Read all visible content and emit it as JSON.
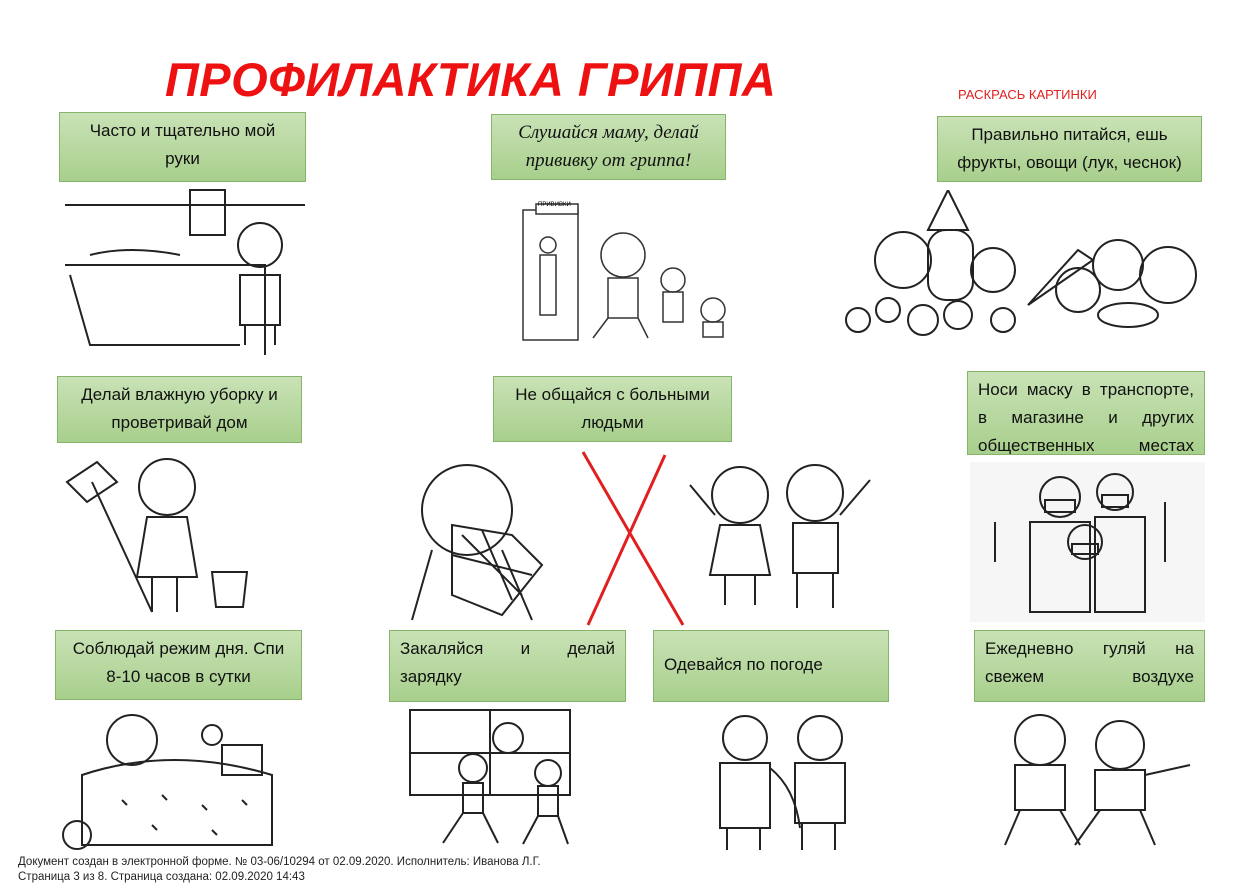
{
  "title": "ПРОФИЛАКТИКА ГРИППА",
  "hint": "РАСКРАСЬ КАРТИНКИ",
  "tips": [
    "Часто и тщательно мой руки",
    "Слушайся маму, делай прививку от гриппа!",
    "Правильно питайся, ешь фрукты, овощи (лук, чеснок)",
    "Делай влажную уборку и проветривай дом",
    "Не общайся с больными людьми",
    "Носи маску в транспорте, в магазине и других общественных местах",
    "Соблюдай режим дня. Спи 8-10 часов в сутки",
    "Закаляйся и делай зарядку",
    "Одевайся по погоде",
    "Ежедневно гуляй на свежем воздухе"
  ],
  "sign_label": "ПРИВИВКИ",
  "footer": {
    "line1": "Документ создан в электронной форме. № 03-06/10294 от 02.09.2020. Исполнитель: Иванова Л.Г.",
    "line2": "Страница 3 из 8. Страница создана: 02.09.2020 14:43"
  },
  "colors": {
    "title": "#ee1111",
    "box": "#b5d79c",
    "cross": "#e02020"
  }
}
